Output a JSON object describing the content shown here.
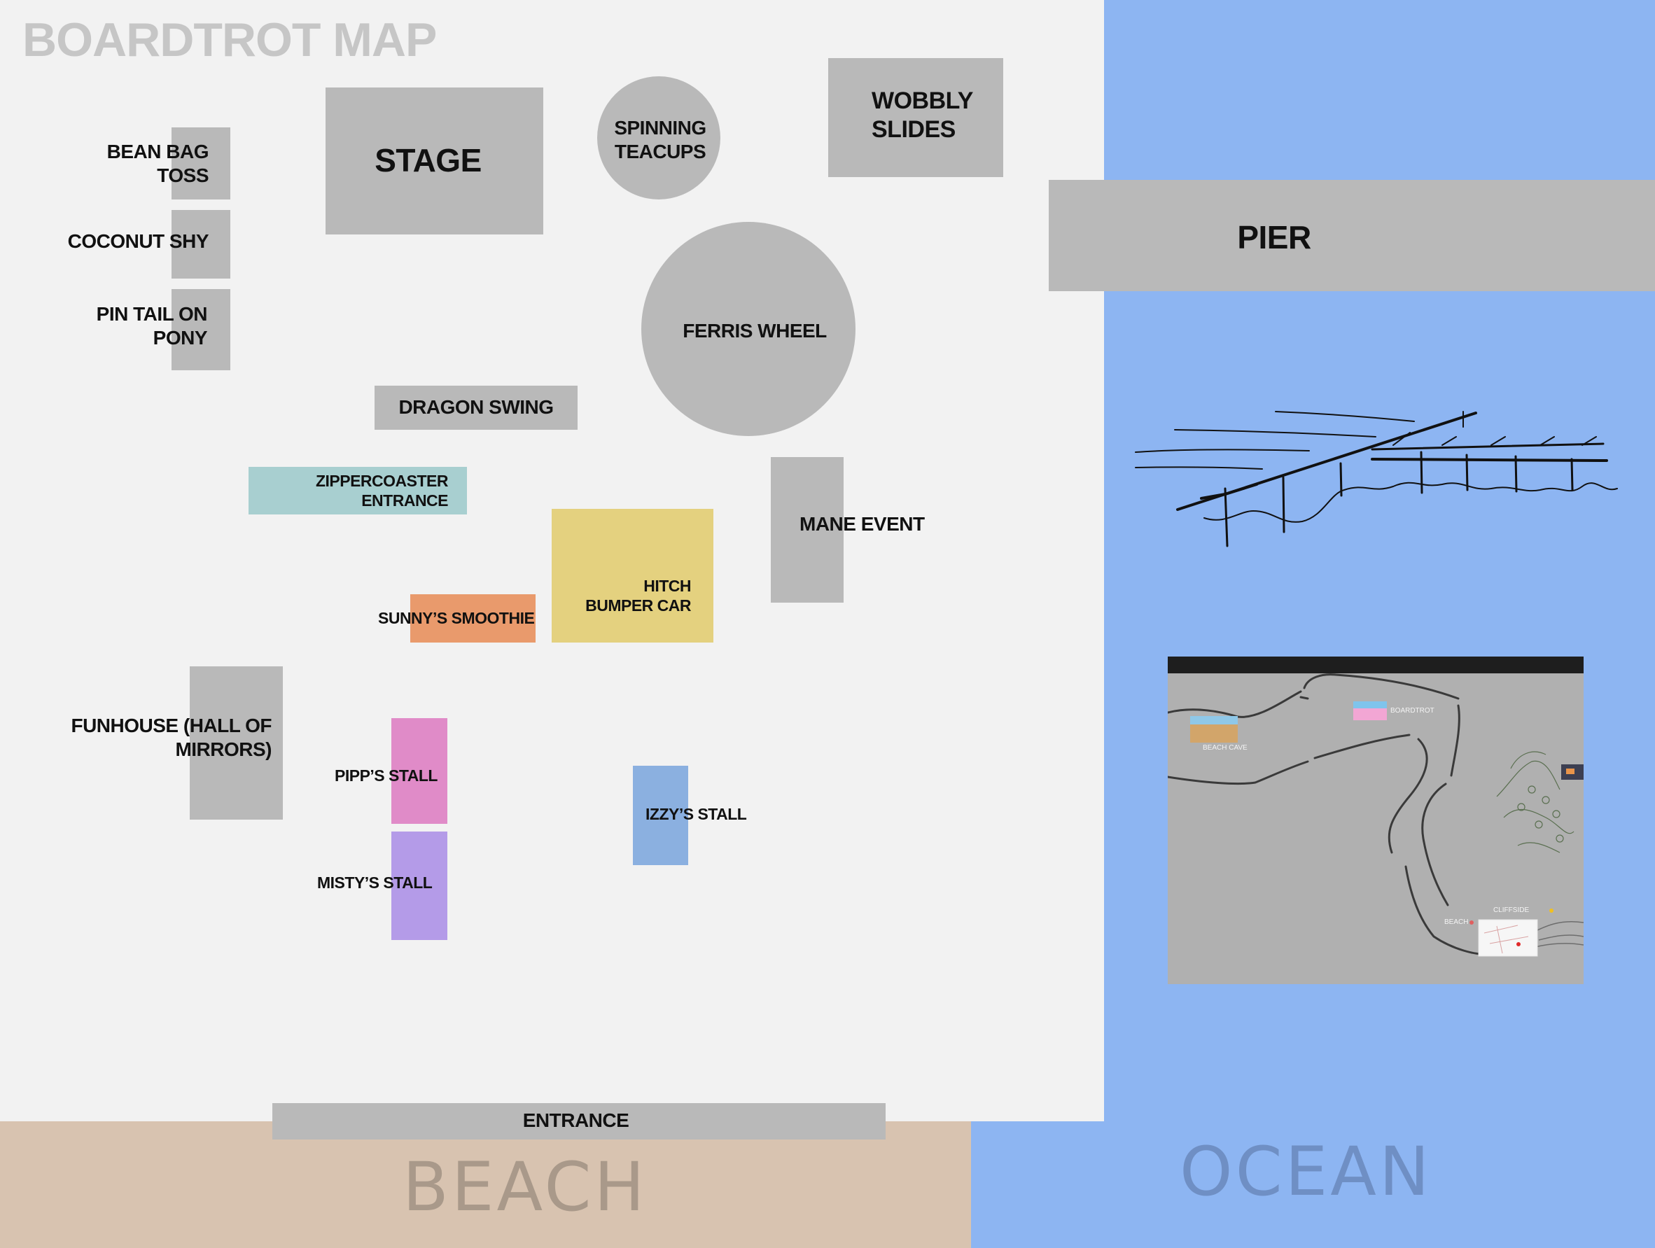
{
  "title": "BOARDTROT MAP",
  "colors": {
    "land": "#f2f2f2",
    "attraction": "#b9b9b9",
    "ocean": "#8db5f2",
    "beach": "#d8c3b0",
    "zippercoaster": "#a8cfd0",
    "hitch_bumper_car": "#e4d17f",
    "sunnys_smoothie": "#e99a6c",
    "pipps_stall": "#e08bc8",
    "mistys_stall": "#b49be8",
    "izzys_stall": "#8bb0e0"
  },
  "attractions": {
    "bean_bag_toss": [
      "BEAN BAG",
      "TOSS"
    ],
    "coconut_shy": "COCONUT SHY",
    "pin_tail_on_pony": [
      "PIN TAIL ON",
      "PONY"
    ],
    "stage": "STAGE",
    "spinning_teacups": [
      "SPINNING",
      "TEACUPS"
    ],
    "wobbly_slides": [
      "WOBBLY",
      "SLIDES"
    ],
    "pier": "PIER",
    "ferris_wheel": "FERRIS WHEEL",
    "dragon_swing": "DRAGON SWING",
    "zippercoaster_entrance": [
      "ZIPPERCOASTER",
      "ENTRANCE"
    ],
    "mane_event": "MANE EVENT",
    "hitch_bumper_car": [
      "HITCH",
      "BUMPER CAR"
    ],
    "sunnys_smoothie": "SUNNY’S SMOOTHIE",
    "funhouse": [
      "FUNHOUSE (HALL OF",
      "MIRRORS)"
    ],
    "pipps_stall": "PIPP’S STALL",
    "mistys_stall": "MISTY’S STALL",
    "izzys_stall": "IZZY’S STALL",
    "entrance": "ENTRANCE"
  },
  "areas": {
    "beach": "BEACH",
    "ocean": "OCEAN"
  },
  "inset_map": {
    "labels": {
      "beach_cave": "BEACH CAVE",
      "boardtrot": "BOARDTROT",
      "cliffside": "CLIFFSIDE",
      "beach": "BEACH"
    }
  }
}
